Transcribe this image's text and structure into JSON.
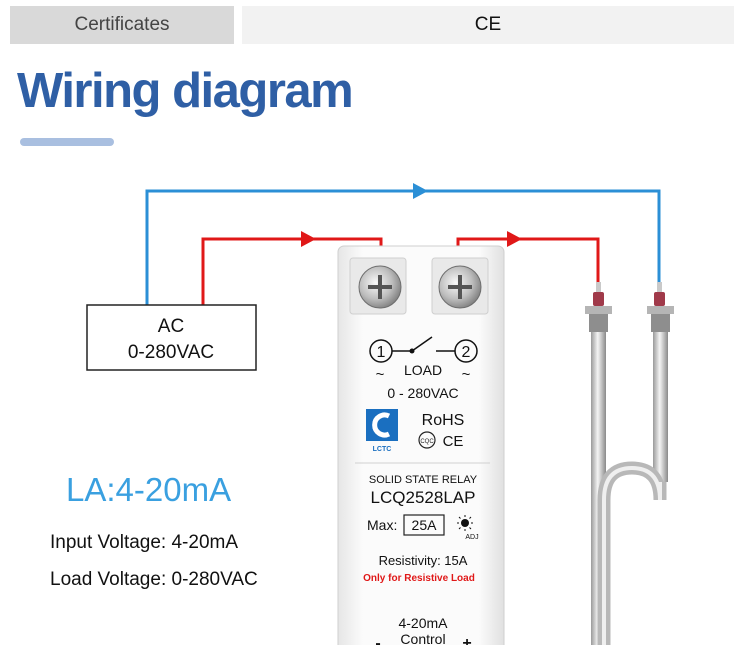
{
  "certificates": {
    "label": "Certificates",
    "value": "CE"
  },
  "title": "Wiring diagram",
  "power_source": {
    "line1": "AC",
    "line2": "0-280VAC"
  },
  "la_label": "LA:4-20mA",
  "specs": {
    "input": "Input Voltage: 4-20mA",
    "load": "Load Voltage: 0-280VAC"
  },
  "relay": {
    "terminal_1": "1",
    "terminal_2": "2",
    "tilde": "~",
    "load_label": "LOAD",
    "load_voltage": "0 - 280VAC",
    "rohs": "RoHS",
    "cqc_mark": "CQC",
    "ce_mark": "CE",
    "brand": "LCTC",
    "type": "SOLID STATE RELAY",
    "model": "LCQ2528LAP",
    "max_label": "Max:",
    "max_value": "25A",
    "adj": "ADJ",
    "resistivity": "Resistivity: 15A",
    "resistive_note": "Only for Resistive Load",
    "control_signal": "4-20mA",
    "control_label": "Control",
    "minus": "-",
    "plus": "+"
  },
  "colors": {
    "live_wire": "#e01818",
    "neutral_wire": "#2b8fd6",
    "title": "#2f5fa5",
    "la_label": "#3aa0e0",
    "warning": "#e01818"
  }
}
